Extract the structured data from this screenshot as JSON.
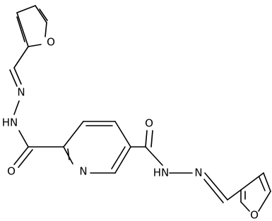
{
  "diagram": {
    "type": "chemical-structure",
    "bond_color": "#000000",
    "label_color": "#000000",
    "atoms": {
      "furan1_O": "O",
      "hydrazone1_N": "N",
      "hydrazide1_NH": "HN",
      "carbonyl1_O": "O",
      "pyridine_N": "N",
      "carbonyl2_O": "O",
      "hydrazide2_NH": "HN",
      "hydrazone2_N": "N",
      "furan2_O": "O"
    }
  }
}
